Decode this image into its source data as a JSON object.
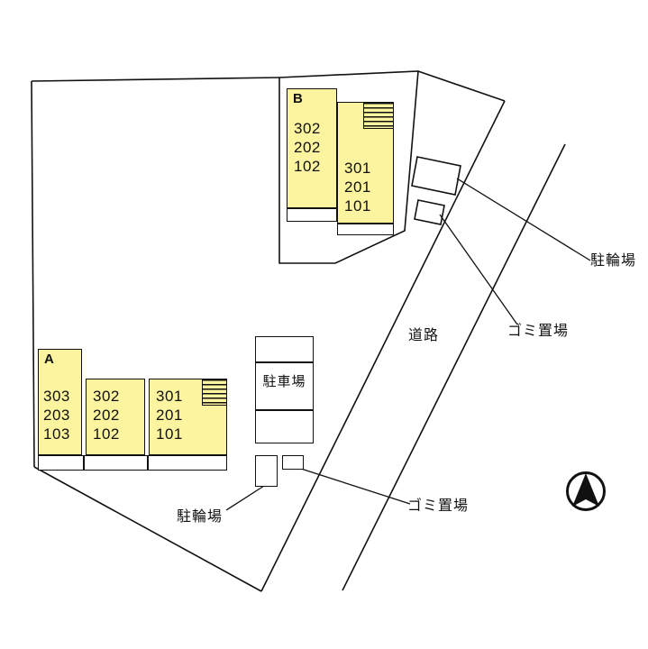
{
  "buildings": {
    "a": {
      "label": "A",
      "units": [
        {
          "rooms": [
            "303",
            "203",
            "103"
          ]
        },
        {
          "rooms": [
            "302",
            "202",
            "102"
          ]
        },
        {
          "rooms": [
            "301",
            "201",
            "101"
          ]
        }
      ]
    },
    "b": {
      "label": "B",
      "units": [
        {
          "rooms": [
            "302",
            "202",
            "102"
          ]
        },
        {
          "rooms": [
            "301",
            "201",
            "101"
          ]
        }
      ]
    }
  },
  "labels": {
    "road": "道路",
    "parking": "駐車場",
    "bicycle_top": "駐輪場",
    "bicycle_bottom": "駐輪場",
    "garbage_top": "ゴミ置場",
    "garbage_bottom": "ゴミ置場"
  },
  "icons": {
    "north_arrow": "north-arrow-icon",
    "stairs": "stairs-icon"
  },
  "colors": {
    "building_fill": "#FCF49E",
    "line": "#111111",
    "background": "#ffffff"
  }
}
